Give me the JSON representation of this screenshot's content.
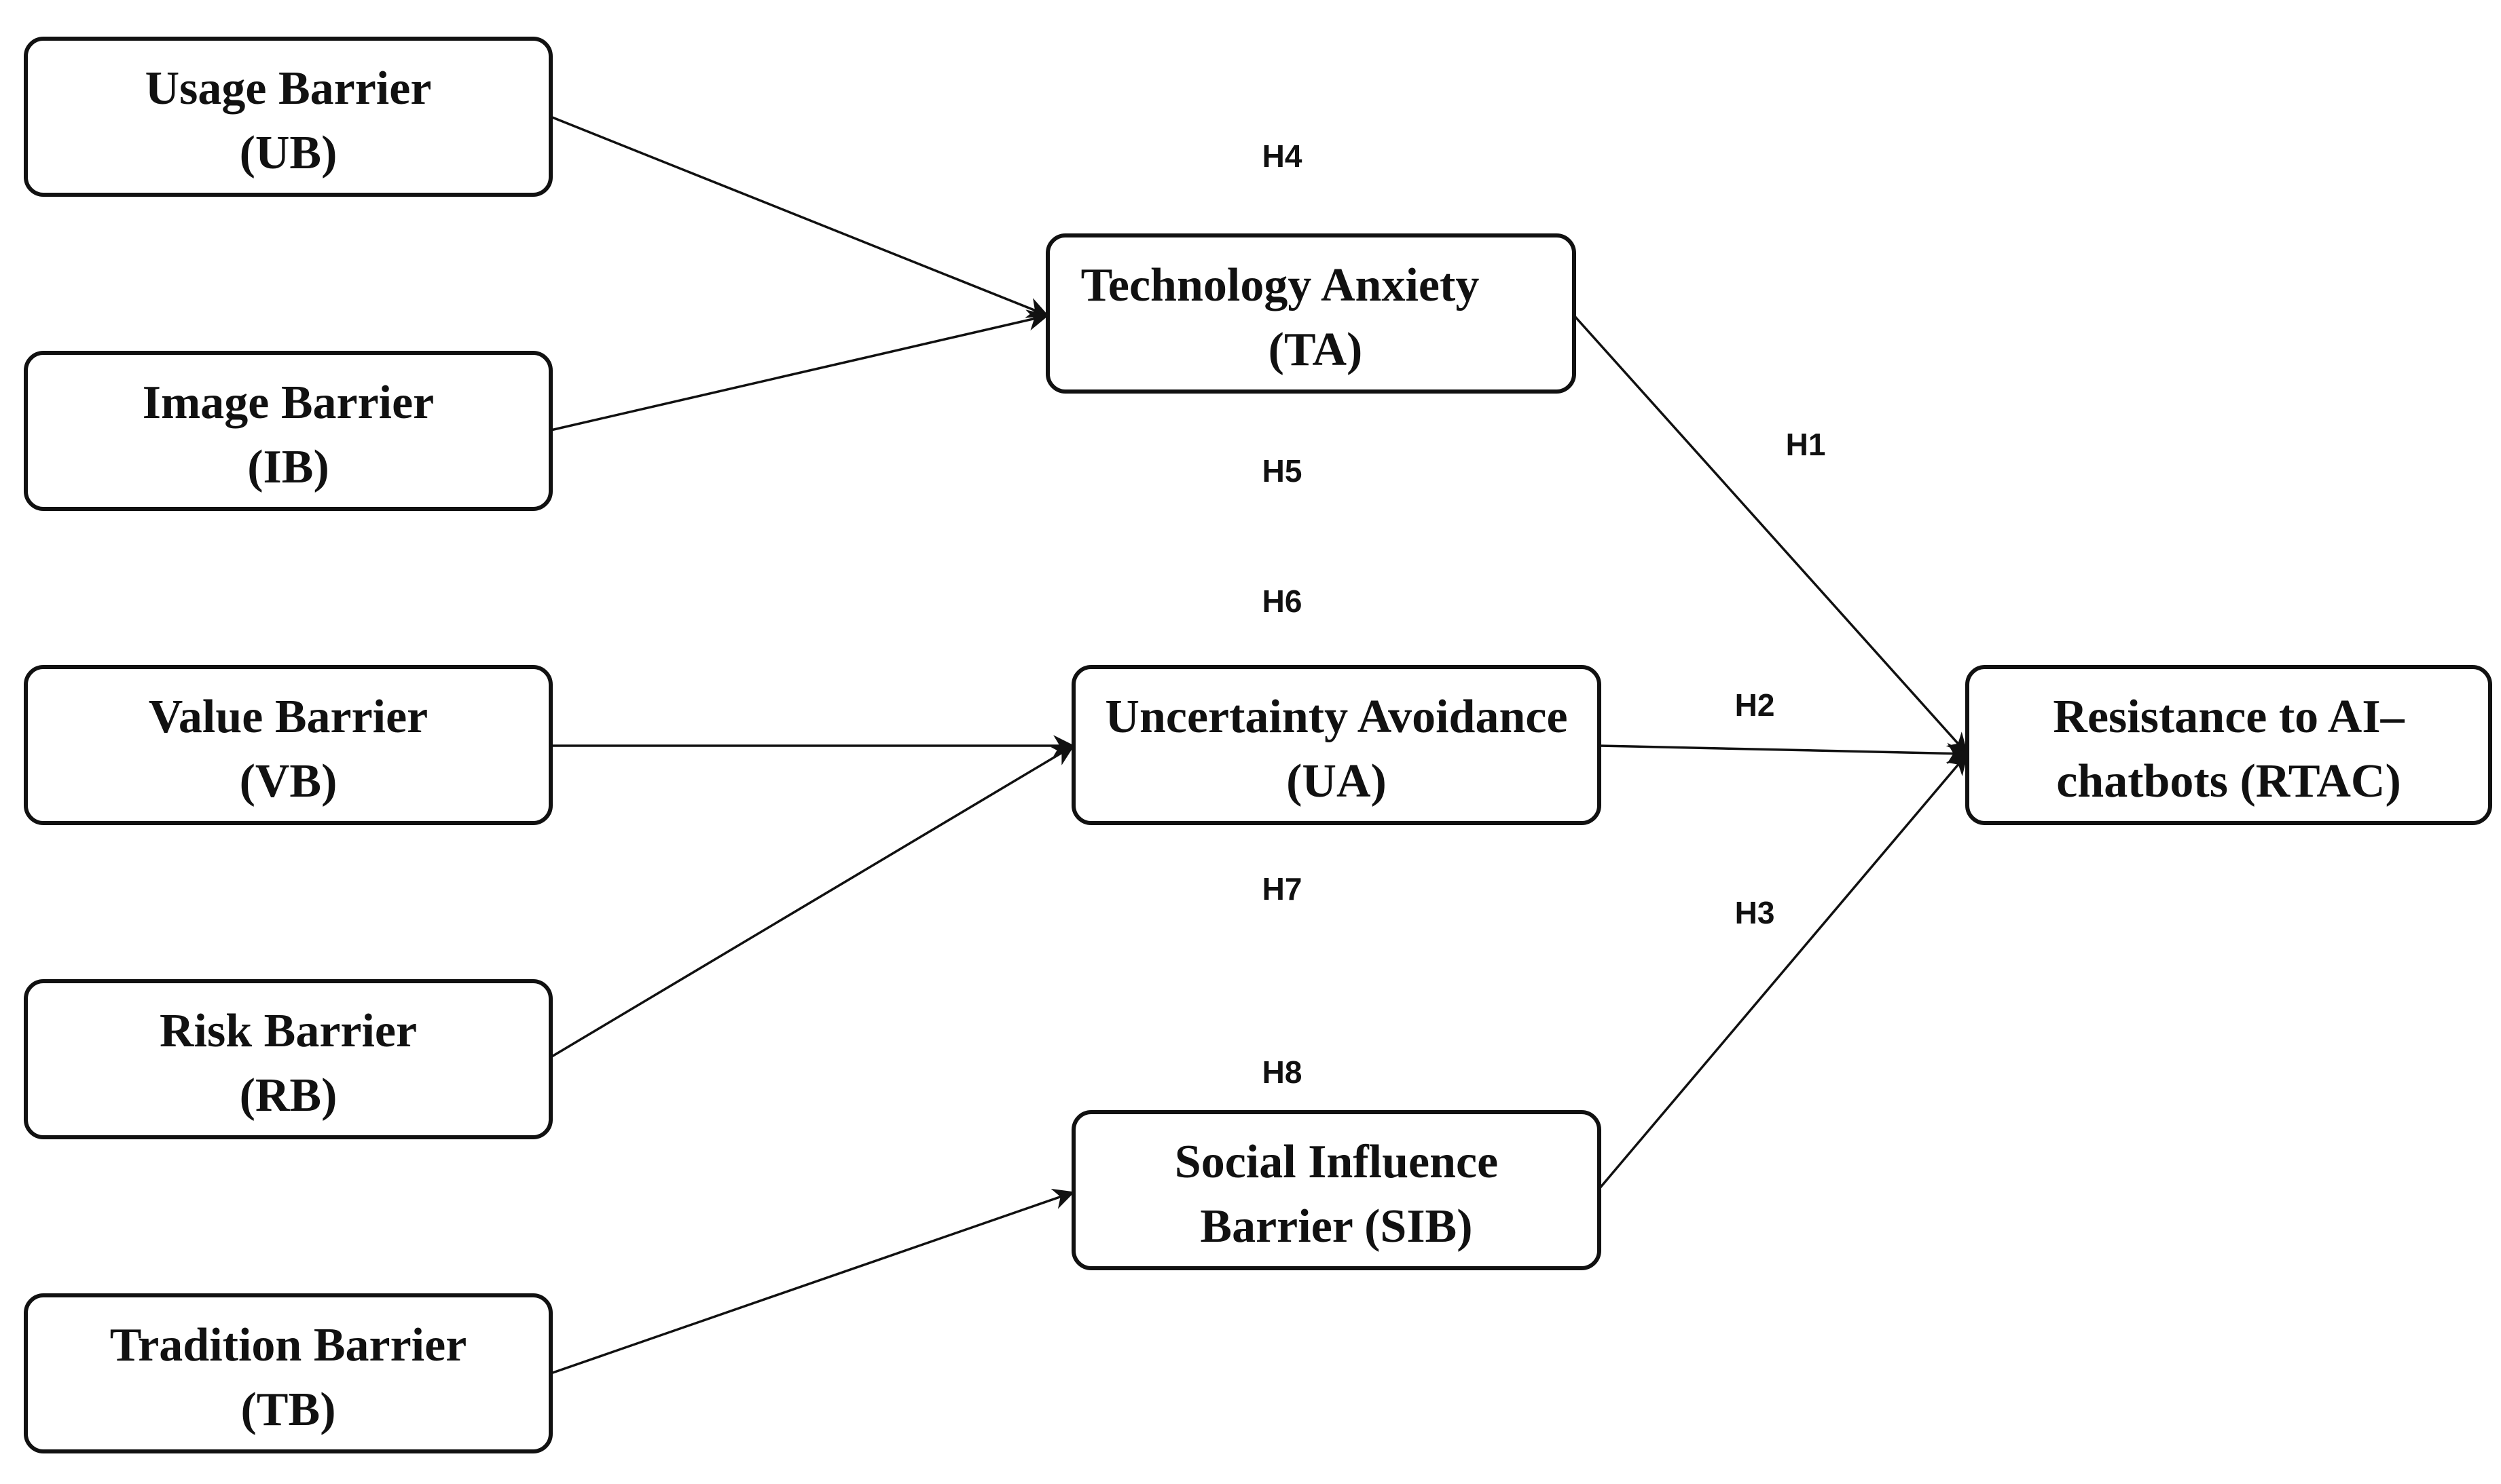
{
  "nodes": {
    "ub": {
      "line1": "Usage Barrier",
      "line2": "(UB)"
    },
    "ib": {
      "line1": "Image Barrier",
      "line2": "(IB)"
    },
    "vb": {
      "line1": "Value Barrier",
      "line2": "(VB)"
    },
    "rb": {
      "line1": "Risk Barrier",
      "line2": "(RB)"
    },
    "tb": {
      "line1": "Tradition Barrier",
      "line2": "(TB)"
    },
    "ta": {
      "line1": "Technology Anxiety",
      "line2": "(TA)"
    },
    "ua": {
      "line1": "Uncertainty Avoidance",
      "line2": "(UA)"
    },
    "sib": {
      "line1": "Social Influence",
      "line2": "Barrier (SIB)"
    },
    "rtac": {
      "line1": "Resistance to AI–",
      "line2": "chatbots (RTAC)"
    }
  },
  "hypotheses": {
    "h1": "H1",
    "h2": "H2",
    "h3": "H3",
    "h4": "H4",
    "h5": "H5",
    "h6": "H6",
    "h7": "H7",
    "h8": "H8"
  },
  "edges": [
    {
      "from": "ub",
      "to": "ta"
    },
    {
      "from": "ib",
      "to": "ta"
    },
    {
      "from": "vb",
      "to": "ua"
    },
    {
      "from": "rb",
      "to": "ua"
    },
    {
      "from": "tb",
      "to": "sib"
    },
    {
      "from": "ta",
      "to": "rtac"
    },
    {
      "from": "ua",
      "to": "rtac"
    },
    {
      "from": "sib",
      "to": "rtac"
    }
  ],
  "colors": {
    "stroke": "#111111",
    "fill": "#ffffff"
  }
}
